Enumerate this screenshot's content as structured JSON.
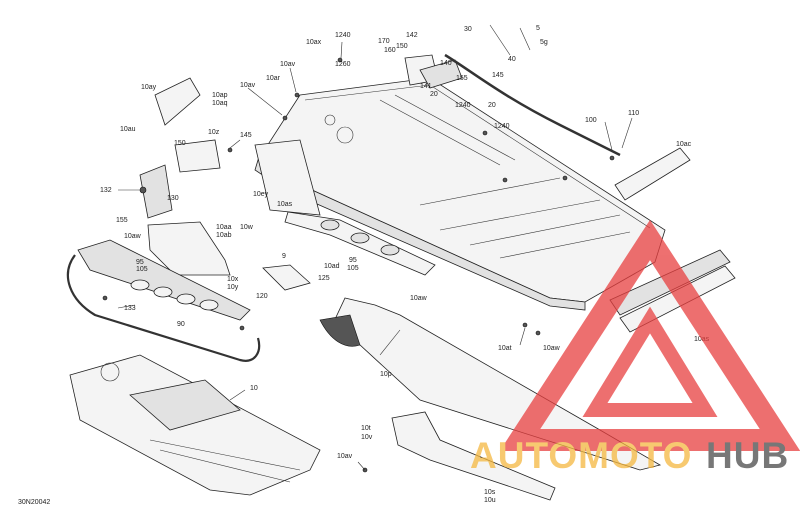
{
  "diagram": {
    "code": "30N20042",
    "labels": [
      {
        "id": "l1240a",
        "text": "1240"
      },
      {
        "id": "l170",
        "text": "170"
      },
      {
        "id": "l160",
        "text": "160"
      },
      {
        "id": "l142",
        "text": "142"
      },
      {
        "id": "l150a",
        "text": "150"
      },
      {
        "id": "l140",
        "text": "140"
      },
      {
        "id": "l155a",
        "text": "155"
      },
      {
        "id": "l141",
        "text": "141"
      },
      {
        "id": "l20a",
        "text": "20"
      },
      {
        "id": "l30",
        "text": "30"
      },
      {
        "id": "l5",
        "text": "5"
      },
      {
        "id": "l5g",
        "text": "5g"
      },
      {
        "id": "l40",
        "text": "40"
      },
      {
        "id": "l145a",
        "text": "145"
      },
      {
        "id": "l10ax",
        "text": "10ax"
      },
      {
        "id": "l1260",
        "text": "1260"
      },
      {
        "id": "l10av1",
        "text": "10av"
      },
      {
        "id": "l10ar",
        "text": "10ar"
      },
      {
        "id": "l10av2",
        "text": "10av"
      },
      {
        "id": "l1240b",
        "text": "1240"
      },
      {
        "id": "l20b",
        "text": "20"
      },
      {
        "id": "l1240c",
        "text": "1240"
      },
      {
        "id": "l100",
        "text": "100"
      },
      {
        "id": "l110",
        "text": "110"
      },
      {
        "id": "l10ac",
        "text": "10ac"
      },
      {
        "id": "l10ay",
        "text": "10ay"
      },
      {
        "id": "l10ap",
        "text": "10ap"
      },
      {
        "id": "l10aq",
        "text": "10aq"
      },
      {
        "id": "l10au",
        "text": "10au"
      },
      {
        "id": "l10z",
        "text": "10z"
      },
      {
        "id": "l145b",
        "text": "145"
      },
      {
        "id": "l150b",
        "text": "150"
      },
      {
        "id": "l132",
        "text": "132"
      },
      {
        "id": "l130",
        "text": "130"
      },
      {
        "id": "l10ey",
        "text": "10ey"
      },
      {
        "id": "l10w",
        "text": "10w"
      },
      {
        "id": "l155b",
        "text": "155"
      },
      {
        "id": "l10aw1",
        "text": "10aw"
      },
      {
        "id": "l10aa",
        "text": "10aa"
      },
      {
        "id": "l10ab",
        "text": "10ab"
      },
      {
        "id": "l10as1",
        "text": "10as"
      },
      {
        "id": "l95a",
        "text": "95"
      },
      {
        "id": "l105a",
        "text": "105"
      },
      {
        "id": "l95b",
        "text": "95"
      },
      {
        "id": "l105b",
        "text": "105"
      },
      {
        "id": "l9",
        "text": "9"
      },
      {
        "id": "l10ad",
        "text": "10ad"
      },
      {
        "id": "l125",
        "text": "125"
      },
      {
        "id": "l10x",
        "text": "10x"
      },
      {
        "id": "l10y",
        "text": "10y"
      },
      {
        "id": "l120",
        "text": "120"
      },
      {
        "id": "l133",
        "text": "133"
      },
      {
        "id": "l90",
        "text": "90"
      },
      {
        "id": "l10aw2",
        "text": "10aw"
      },
      {
        "id": "l10at",
        "text": "10at"
      },
      {
        "id": "l10aw3",
        "text": "10aw"
      },
      {
        "id": "l10as2",
        "text": "10as"
      },
      {
        "id": "l10p",
        "text": "10p"
      },
      {
        "id": "l10",
        "text": "10"
      },
      {
        "id": "l10t",
        "text": "10t"
      },
      {
        "id": "l10v",
        "text": "10v"
      },
      {
        "id": "l10av3",
        "text": "10av"
      },
      {
        "id": "l10s",
        "text": "10s"
      },
      {
        "id": "l10u",
        "text": "10u"
      }
    ]
  },
  "watermark": {
    "part1": "AUTOMOTO",
    "part2": "HUB",
    "color_light": "#f5b841",
    "color_dark": "#4a4a4a",
    "triangle_color": "#e84040"
  }
}
